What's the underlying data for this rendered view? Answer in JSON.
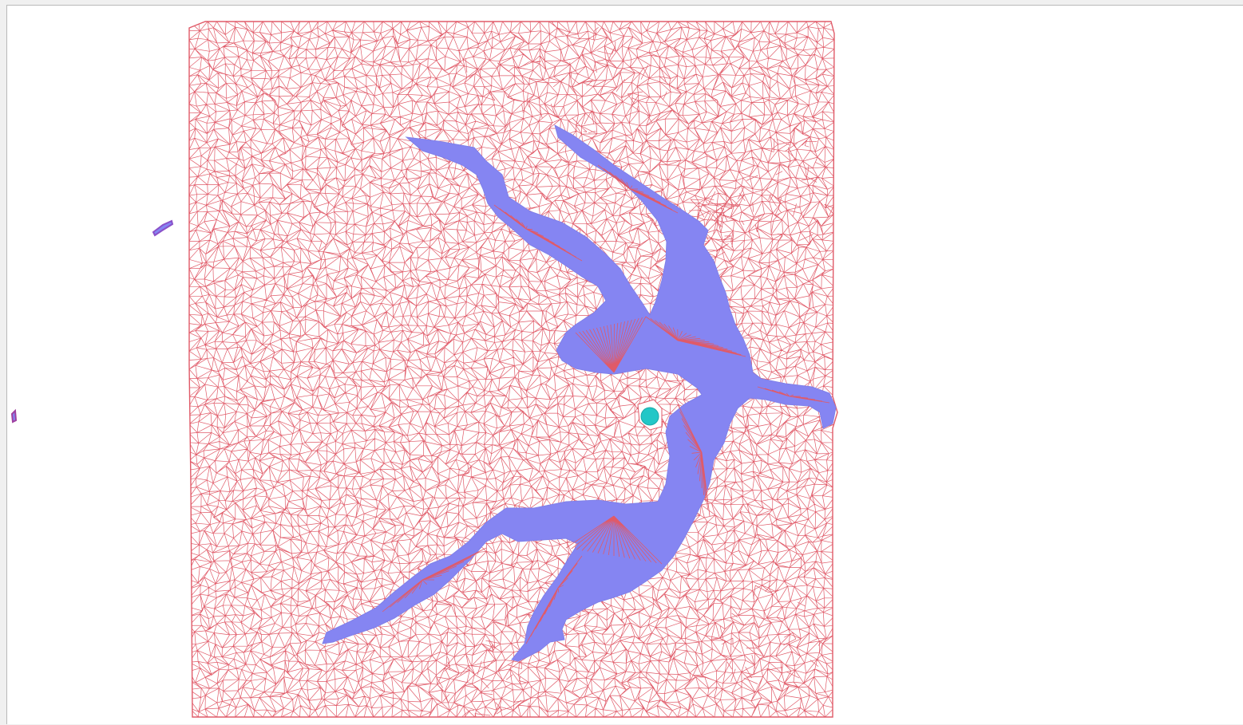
{
  "map": {
    "layers": [
      {
        "name": "tin-mesh-wireframe",
        "color": "#e05a68"
      },
      {
        "name": "water-body-fill",
        "color": "#8585f2"
      },
      {
        "name": "island-marker",
        "color": "#22c7c7"
      }
    ]
  }
}
